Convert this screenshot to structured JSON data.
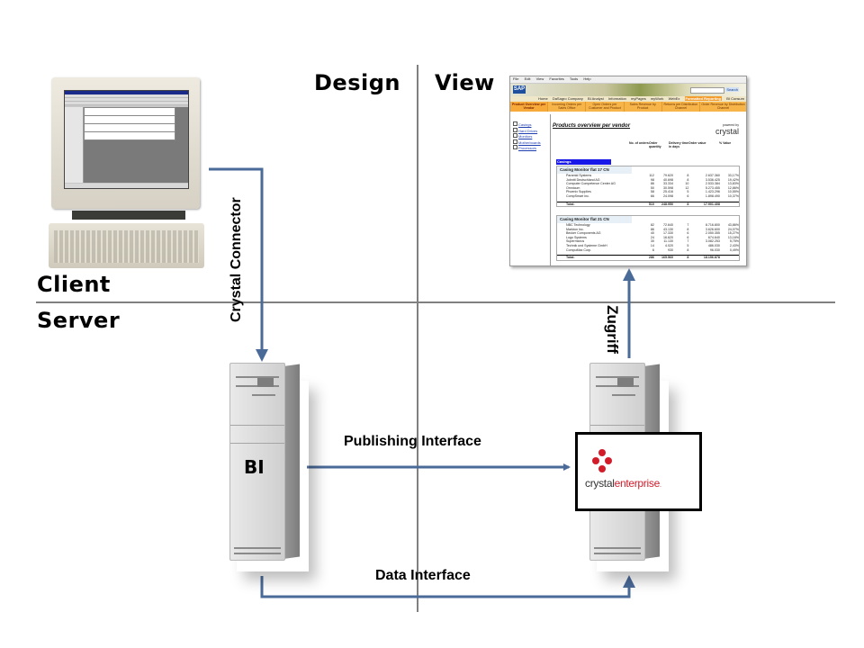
{
  "headers": {
    "design": "Design",
    "view": "View",
    "client": "Client",
    "server": "Server"
  },
  "connections": {
    "crystal_connector": "Crystal Connector",
    "zugriff": "Zugriff",
    "publishing_interface": "Publishing Interface",
    "data_interface": "Data Interface"
  },
  "servers": {
    "bi_label": "BI",
    "crystal_enterprise": {
      "part1": "crystal",
      "part2": "enterprise",
      "dot": "."
    }
  },
  "colors": {
    "arrow": "#4a6a98",
    "divider": "#808080",
    "crystal_red": "#d21c2a"
  },
  "sap_window": {
    "menu": [
      "File",
      "Edit",
      "View",
      "Favorites",
      "Tools",
      "Help"
    ],
    "logo": "SAP",
    "search_button": "Search",
    "top_tabs": [
      "Home",
      "DaSagro Company",
      "BI Analyst",
      "Information",
      "myPages",
      "myWork",
      "WebEx",
      "Formatted Reporting",
      "BI Consum"
    ],
    "active_top_tab": "Formatted Reporting",
    "sub_tabs": [
      "Product Overview per Vendor",
      "Incoming Orders per Sales Office",
      "Open Orders per Customer and Product",
      "Sales Revenue by Product",
      "Returns per Distribution Channel",
      "Order Revenue by Distribution Channel"
    ],
    "nav": [
      "Casings",
      "Hard Drives",
      "Monitors",
      "Motherboards",
      "Processors"
    ],
    "report_title": "Products overview per vendor",
    "powered_by": "powered by",
    "powered_brand": "crystal",
    "columns": [
      "No. of orders",
      "Order quantity",
      "Delivery time in days",
      "Order value",
      "% Value"
    ],
    "group": "Casings",
    "blocks": [
      {
        "title": "Casing Monitor flat 17 CN",
        "rows": [
          [
            "Paramid Systems",
            "112",
            "79.620",
            "8",
            "2.637.360",
            "33,17%"
          ],
          [
            "Jobnitt Deutschland AG",
            "98",
            "40.698",
            "8",
            "3.536.425",
            "19,42%"
          ],
          [
            "Computer Competence Center AG",
            "86",
            "33.334",
            "10",
            "2.533.384",
            "13,83%"
          ],
          [
            "Omnicum",
            "50",
            "30.598",
            "12",
            "5.273.455",
            "12,86%"
          ],
          [
            "Phoenix Supplies",
            "58",
            "25.416",
            "5",
            "1.423.296",
            "10,55%"
          ],
          [
            "CompSmart Inc.",
            "66",
            "24.098",
            "6",
            "1.898.490",
            "10,37%"
          ]
        ],
        "total": [
          "Total:",
          "510",
          "248.950",
          "8",
          "17.901.408",
          ""
        ]
      },
      {
        "title": "Casing Monitor flat 21 CN",
        "rows": [
          [
            "NBC Technology",
            "82",
            "72.640",
            "7",
            "8.716.800",
            "43,86%"
          ],
          [
            "Markton Inc.",
            "86",
            "43.130",
            "8",
            "3.626.600",
            "24,07%"
          ],
          [
            "Becker Components AG",
            "40",
            "17.330",
            "6",
            "2.050.355",
            "15,27%"
          ],
          [
            "Logo Systems",
            "24",
            "16.620",
            "6",
            "674.640",
            "13,16%"
          ],
          [
            "Supermicrus",
            "30",
            "11.130",
            "7",
            "3.082.253",
            "5,75%"
          ],
          [
            "Technik und Systeme GmbH",
            "14",
            "4.020",
            "5",
            "486.030",
            "2,43%"
          ],
          [
            "CompuMax Corp.",
            "6",
            "930",
            "8",
            "96.030",
            "0,49%"
          ]
        ],
        "total": [
          "Total:",
          "286",
          "165.560",
          "8",
          "18.156.878",
          ""
        ]
      }
    ]
  }
}
